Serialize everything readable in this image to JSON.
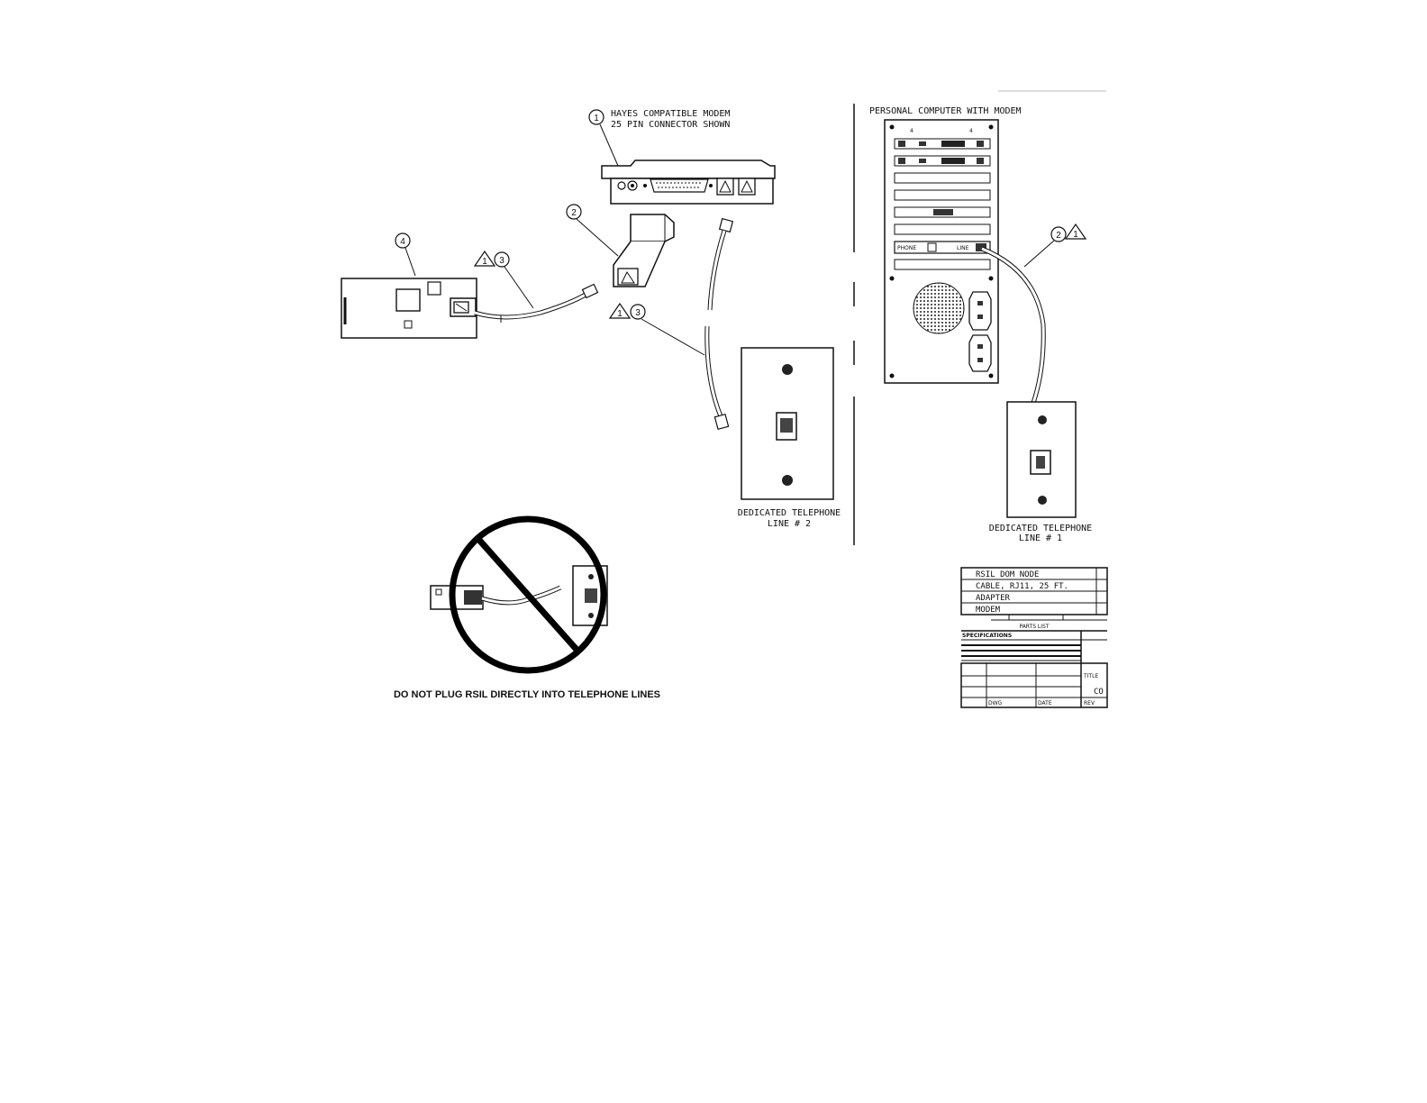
{
  "callouts": {
    "modem": "1",
    "adapter": "2",
    "cable": "3",
    "node": "4",
    "cable_b": "3",
    "pc_cable": "2",
    "warn_1": "1",
    "warn_2": "1",
    "warn_3": "1"
  },
  "labels": {
    "modem_line1": "HAYES COMPATIBLE MODEM",
    "modem_line2": "25 PIN CONNECTOR SHOWN",
    "pc_title": "PERSONAL COMPUTER WITH MODEM",
    "pc_phone": "PHONE",
    "pc_line": "LINE",
    "tel2_line1": "DEDICATED TELEPHONE",
    "tel2_line2": "LINE # 2",
    "tel1_line1": "DEDICATED TELEPHONE",
    "tel1_line2": "LINE # 1",
    "warning": "DO NOT PLUG RSIL DIRECTLY INTO TELEPHONE LINES"
  },
  "parts_list": {
    "rows": [
      "RSIL DOM NODE",
      "CABLE, RJ11, 25 FT.",
      "ADAPTER",
      "MODEM"
    ],
    "header": "PARTS LIST",
    "spec": "SPECIFICATIONS"
  },
  "title_block": {
    "title": "TITLE",
    "fragment": "CO",
    "dwg": "DWG",
    "date": "DATE",
    "rev": "REV"
  },
  "colors": {
    "ink": "#111111",
    "background": "#ffffff"
  }
}
